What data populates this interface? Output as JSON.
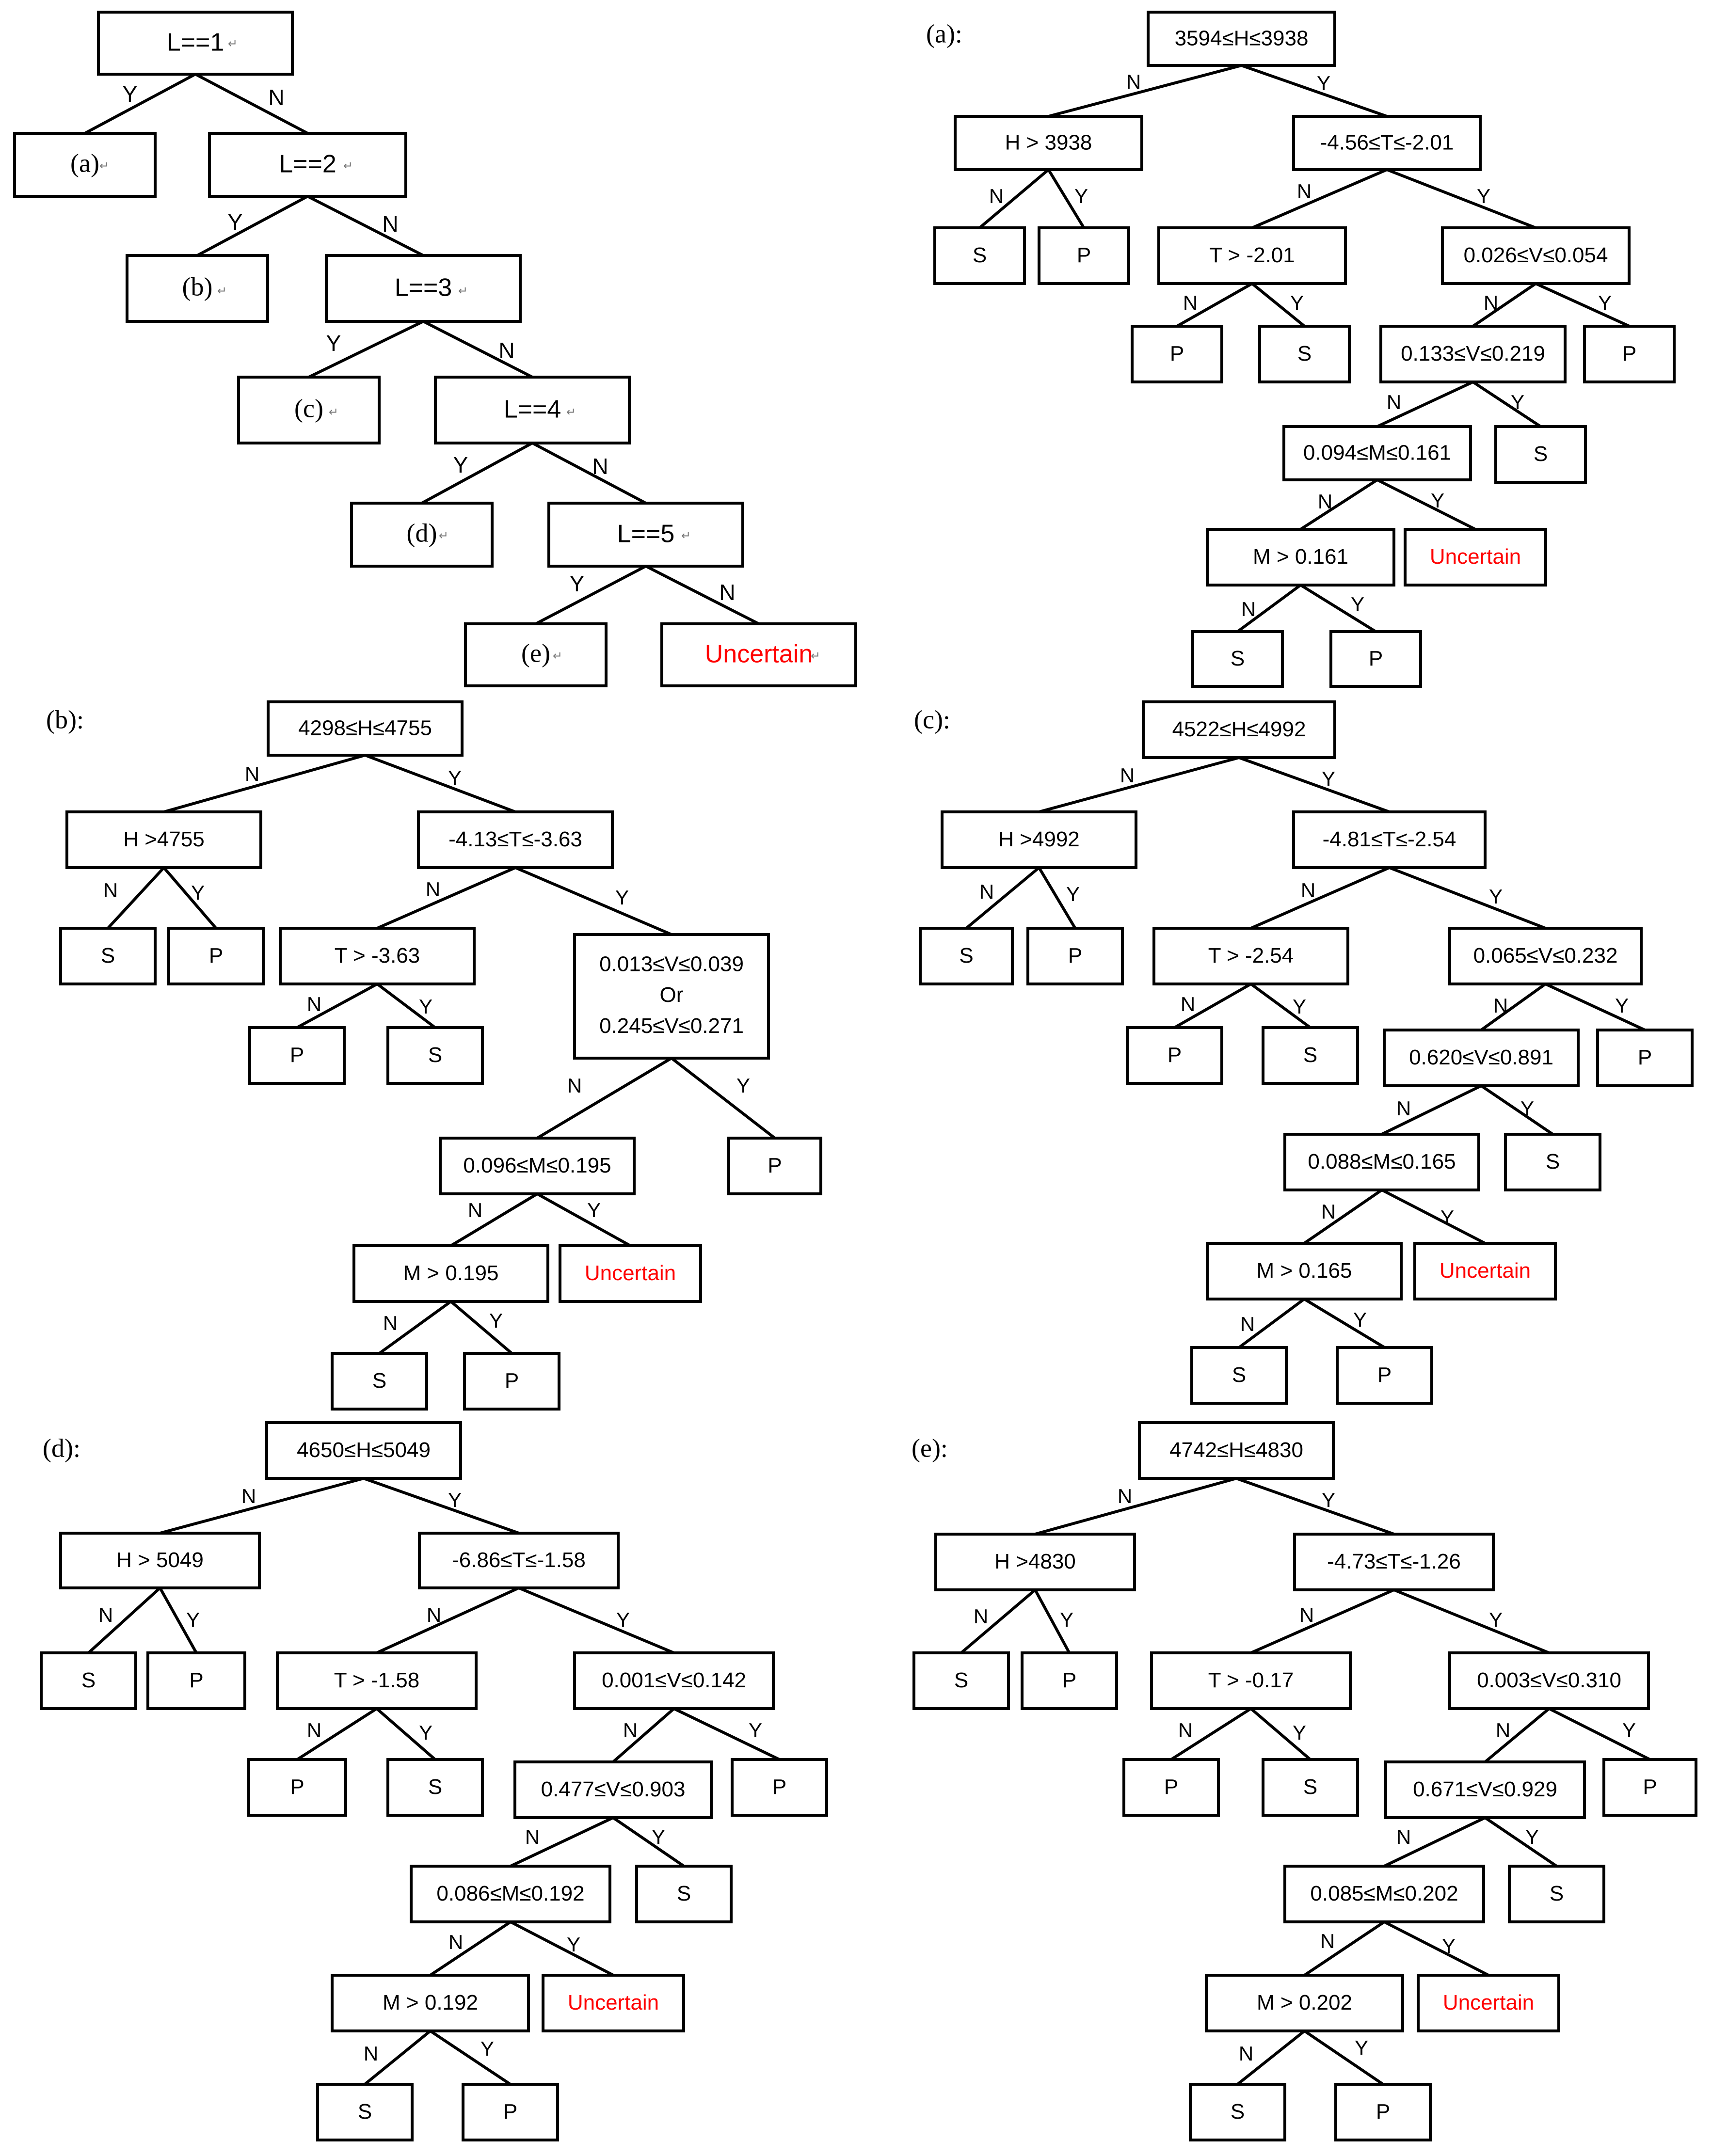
{
  "main_tree": {
    "root": "L==1",
    "l2": "L==2",
    "l3": "L==3",
    "l4": "L==4",
    "l5": "L==5",
    "leaf_a": "(a)",
    "leaf_b": "(b)",
    "leaf_c": "(c)",
    "leaf_d": "(d)",
    "leaf_e": "(e)",
    "uncertain": "Uncertain"
  },
  "labels": {
    "yes": "Y",
    "no": "N",
    "s": "S",
    "p": "P",
    "uncertain": "Uncertain",
    "or": "Or"
  },
  "subtrees": {
    "a": {
      "title": "(a):",
      "root": "3594≤H≤3938",
      "h": "H > 3938",
      "t": "-4.56≤T≤-2.01",
      "tgt": "T > -2.01",
      "v1": "0.026≤V≤0.054",
      "v2": "0.133≤V≤0.219",
      "m1": "0.094≤M≤0.161",
      "m2": "M > 0.161"
    },
    "b": {
      "title": "(b):",
      "root": "4298≤H≤4755",
      "h": "H >4755",
      "t": "-4.13≤T≤-3.63",
      "tgt": "T > -3.63",
      "v1": "0.013≤V≤0.039",
      "v1b": "0.245≤V≤0.271",
      "m1": "0.096≤M≤0.195",
      "m2": "M > 0.195"
    },
    "c": {
      "title": "(c):",
      "root": "4522≤H≤4992",
      "h": "H >4992",
      "t": "-4.81≤T≤-2.54",
      "tgt": "T > -2.54",
      "v1": "0.065≤V≤0.232",
      "v2": "0.620≤V≤0.891",
      "m1": "0.088≤M≤0.165",
      "m2": "M > 0.165"
    },
    "d": {
      "title": "(d):",
      "root": "4650≤H≤5049",
      "h": "H > 5049",
      "t": "-6.86≤T≤-1.58",
      "tgt": "T > -1.58",
      "v1": "0.001≤V≤0.142",
      "v2": "0.477≤V≤0.903",
      "m1": "0.086≤M≤0.192",
      "m2": "M > 0.192"
    },
    "e": {
      "title": "(e):",
      "root": "4742≤H≤4830",
      "h": "H >4830",
      "t": "-4.73≤T≤-1.26",
      "tgt": "T > -0.17",
      "v1": "0.003≤V≤0.310",
      "v2": "0.671≤V≤0.929",
      "m1": "0.085≤M≤0.202",
      "m2": "M > 0.202"
    }
  },
  "colors": {
    "uncertain": "#ff0000",
    "stroke": "#000000"
  }
}
